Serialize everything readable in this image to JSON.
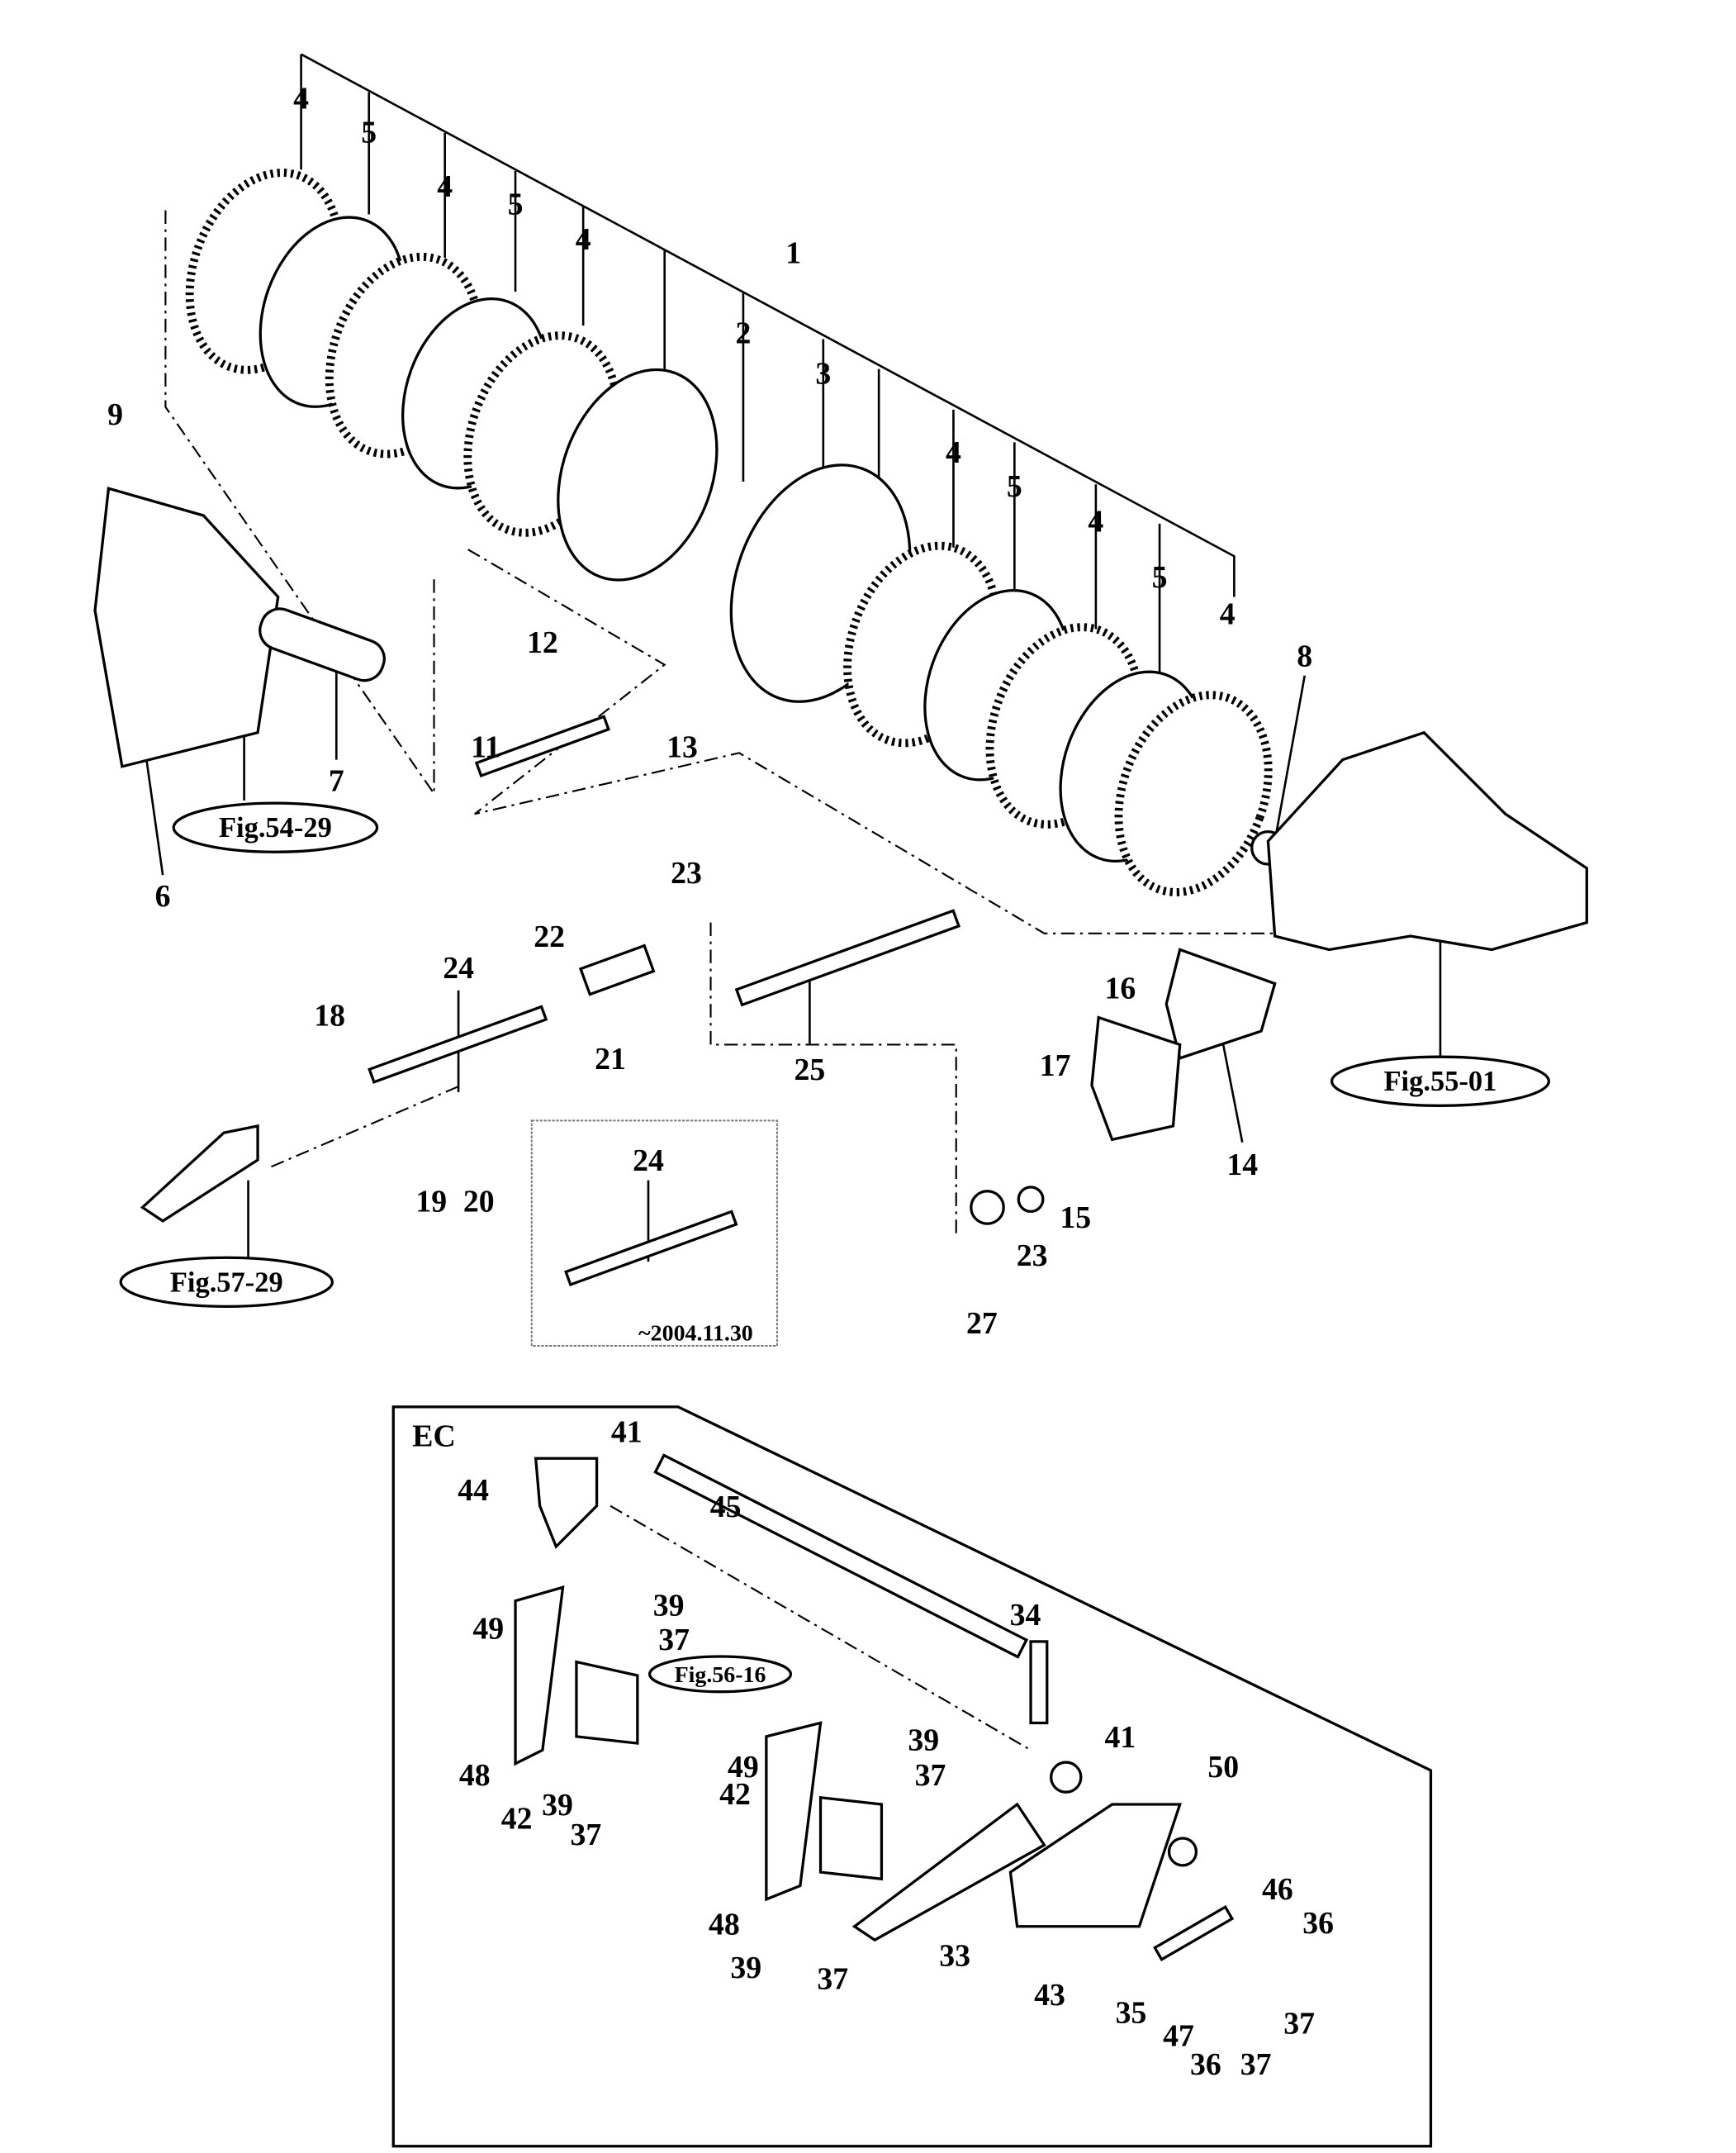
{
  "upper": {
    "labels": [
      "4",
      "5",
      "4",
      "5",
      "4",
      "1",
      "2",
      "3",
      "4",
      "5",
      "4",
      "5",
      "4",
      "8",
      "9",
      "12",
      "11",
      "13",
      "7",
      "6",
      "23",
      "22",
      "24",
      "18",
      "21",
      "25",
      "16",
      "17",
      "14",
      "15",
      "19",
      "20",
      "24",
      "23",
      "27"
    ],
    "fig_refs": [
      "Fig.54-29",
      "Fig.57-29",
      "Fig.55-01"
    ],
    "inset_date": "~2004.11.30"
  },
  "ec": {
    "title": "EC",
    "fig_ref": "Fig.56-16",
    "labels": [
      "41",
      "44",
      "45",
      "34",
      "49",
      "39",
      "37",
      "48",
      "42",
      "39",
      "37",
      "49",
      "39",
      "37",
      "42",
      "41",
      "50",
      "46",
      "48",
      "39",
      "37",
      "33",
      "43",
      "36",
      "37",
      "35",
      "47",
      "36",
      "37"
    ]
  }
}
